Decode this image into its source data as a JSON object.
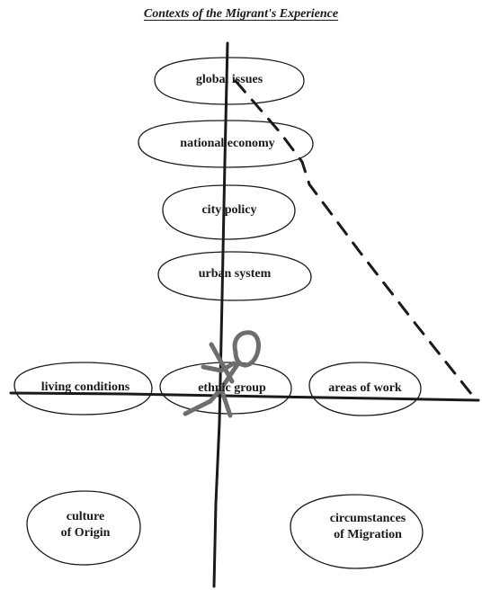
{
  "title": "Contexts of the Migrant's Experience",
  "contexts": {
    "global_issues": "global issues",
    "national_economy": "national economy",
    "city_policy": "city policy",
    "urban_system": "urban system",
    "living_conditions": "living conditions",
    "ethnic_group": "ethnic group",
    "areas_of_work": "areas of work",
    "culture_of_origin": [
      "culture",
      "of Origin"
    ],
    "circumstances_of_migration": [
      "circumstances",
      "of Migration"
    ]
  },
  "colors": {
    "ink": "#1a1a1a",
    "figure": "#6e6e6e"
  },
  "icons": {
    "migrant": "stick-figure-icon"
  }
}
